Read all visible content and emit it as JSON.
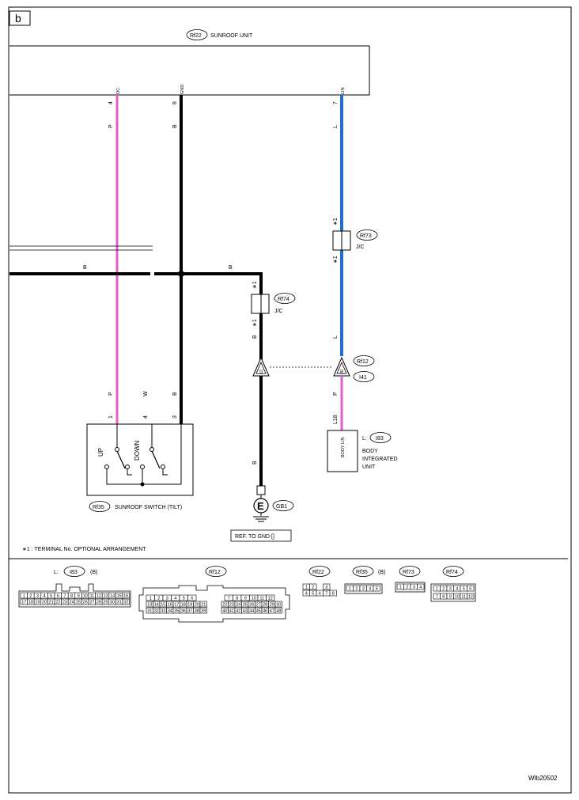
{
  "page_label": "b",
  "footnote": "∗1  : TERMINAL No. OPTIONAL ARRANGEMENT",
  "figure_id": "WIb20502",
  "sunroof_unit": {
    "code": "Rf22",
    "title": "SUNROOF UNIT",
    "pins": [
      {
        "signal": "OC",
        "number": "4",
        "color": "P"
      },
      {
        "signal": "GND",
        "number": "8",
        "color": "B"
      },
      {
        "signal": "LIN",
        "number": "7",
        "color": "L"
      }
    ]
  },
  "bus_labels": {
    "left": "B",
    "right": "B"
  },
  "jc_rf74": {
    "code": "Rf74",
    "type": "J/C",
    "star_top": "∗1",
    "star_bottom": "∗1",
    "wire_below": "B"
  },
  "jc_rf73": {
    "code": "Rf73",
    "type": "J/C",
    "star_top": "∗1",
    "star_bottom": "∗1",
    "wire_below": "L"
  },
  "connector_rf12": {
    "code": "Rf12",
    "mate": "I41",
    "pin_left": "12",
    "pin_right": "20"
  },
  "lower_wires": {
    "left": "P",
    "mid": "W",
    "right": "B",
    "after_rf12_left": "B",
    "after_rf12_right": "P",
    "bi_pin": "L18"
  },
  "switch": {
    "code": "Rf35",
    "title": "SUNROOF SWITCH (TILT)",
    "pin_labels": [
      "1",
      "4",
      "3"
    ],
    "up": "UP",
    "down": "DOWN"
  },
  "ground": {
    "symbol": "E",
    "code": "GB1",
    "ref": "REF. TO GND []"
  },
  "body_integrated_unit": {
    "prefix": "L:",
    "code": "I83",
    "name_lines": [
      "BODY",
      "INTEGRATED",
      "UNIT"
    ],
    "pin_signal": "BODY LIN"
  },
  "connectors_bottom": {
    "i83": {
      "prefix": "L:",
      "code": "I83",
      "suffix": "(B)",
      "row1": [
        "1",
        "2",
        "3",
        "4",
        "5",
        "6",
        "7",
        "8",
        "9",
        "10",
        "11",
        "12",
        "13",
        "14",
        "15",
        "16"
      ],
      "row2": [
        "17",
        "18",
        "19",
        "20",
        "21",
        "22",
        "23",
        "24",
        "25",
        "26",
        "27",
        "28",
        "29",
        "30",
        "31",
        "32"
      ]
    },
    "rf12": {
      "code": "Rf12",
      "left_row1": [
        "1",
        "2",
        "3",
        "4",
        "5",
        "6"
      ],
      "left_row2": [
        "13",
        "14",
        "15",
        "16",
        "17",
        "18",
        "19",
        "20",
        "21"
      ],
      "left_row3": [
        "31",
        "32",
        "33",
        "34",
        "35",
        "36",
        "37",
        "38",
        "39"
      ],
      "right_row1": [
        "7",
        "8",
        "9",
        "10",
        "11",
        "12"
      ],
      "right_row2": [
        "22",
        "23",
        "24",
        "25",
        "26",
        "27",
        "28",
        "29",
        "30"
      ],
      "right_row3": [
        "40",
        "41",
        "42",
        "43",
        "44",
        "45",
        "46",
        "47",
        "48"
      ]
    },
    "rf22": {
      "code": "Rf22",
      "row1": [
        "1",
        "2",
        "",
        "3"
      ],
      "row2": [
        "4",
        "5",
        "6",
        "7",
        "8"
      ]
    },
    "rf35": {
      "code": "Rf35",
      "suffix": "(B)",
      "row1": [
        "1",
        "2",
        "3",
        "4",
        "5"
      ]
    },
    "rf73": {
      "code": "Rf73",
      "row1": [
        "1",
        "2",
        "3",
        "4"
      ]
    },
    "rf74": {
      "code": "Rf74",
      "row1": [
        "1",
        "2",
        "3",
        "4",
        "5",
        "6"
      ],
      "row2": [
        "7",
        "8",
        "9",
        "10",
        "11",
        "12"
      ]
    }
  },
  "colors": {
    "pink_wire": "#e060c8",
    "blue_wire": "#1f6fd1",
    "black_wire": "#000000"
  }
}
